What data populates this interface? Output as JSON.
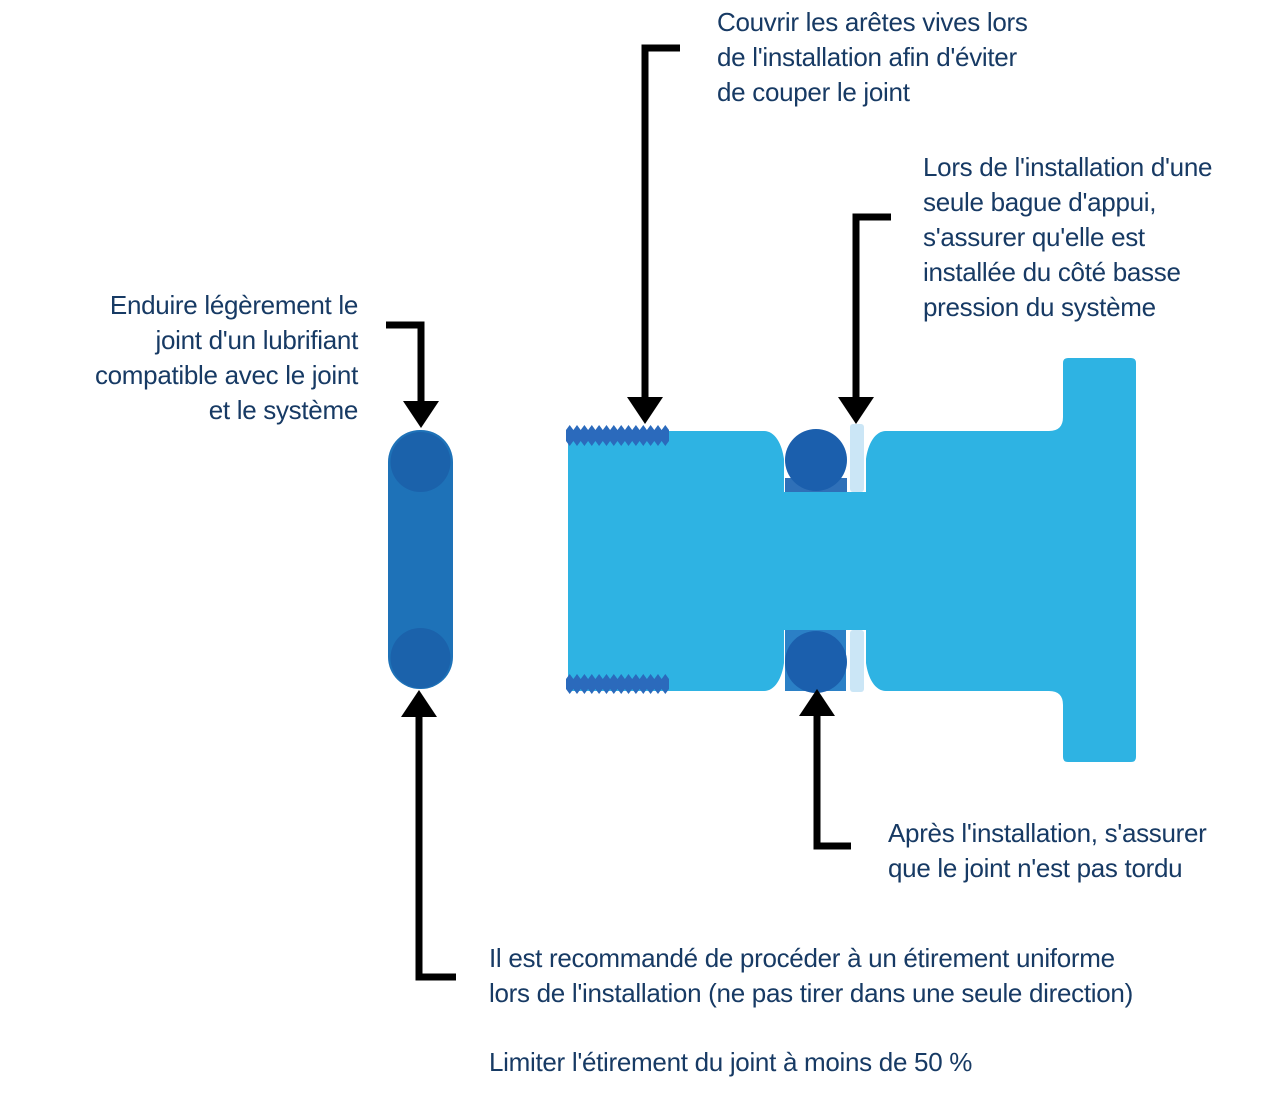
{
  "colors": {
    "page_bg": "#ffffff",
    "body_fill": "#2eb3e3",
    "oring_dark": "#1b5fad",
    "groove_fill_top": "#2f70b8",
    "groove_fill_bottom": "#2b80c6",
    "capsule_fill": "#1e72b8",
    "capsule_end": "#1b62ab",
    "threads_fill": "#2b6abc",
    "backup_ring_fill": "#cbe6f6",
    "text_color": "#173a64",
    "arrow_color": "#000000"
  },
  "figure": {
    "parts": {
      "oring_side_view": "o-ring (side view)",
      "fitting_cross_section": "fitting gland cross-section",
      "threads": "threaded section",
      "oring_cross_sections": "o-ring cross-sections in grooves",
      "backup_rings": "backup ring strips",
      "callout_arrows": "black callout arrows"
    }
  },
  "annotations": {
    "cover_edges": {
      "lines": [
        "Couvrir les arêtes vives lors",
        "de l'installation afin d'éviter",
        "de couper le joint"
      ]
    },
    "backup_ring": {
      "lines": [
        "Lors de l'installation d'une",
        "seule bague d'appui,",
        "s'assurer qu'elle est",
        "installée du côté basse",
        "pression du système"
      ]
    },
    "lubricate": {
      "lines": [
        "Enduire légèrement le",
        "joint d'un lubrifiant",
        "compatible avec le joint",
        "et le système"
      ]
    },
    "not_twisted": {
      "lines": [
        "Après l'installation, s'assurer",
        "que le joint n'est pas tordu"
      ]
    },
    "uniform_stretch": {
      "lines": [
        "Il est recommandé de procéder à un étirement uniforme",
        "lors de l'installation (ne pas tirer dans une seule direction)"
      ]
    },
    "stretch_limit": {
      "lines": [
        "Limiter l'étirement du joint à moins de 50 %"
      ]
    }
  }
}
